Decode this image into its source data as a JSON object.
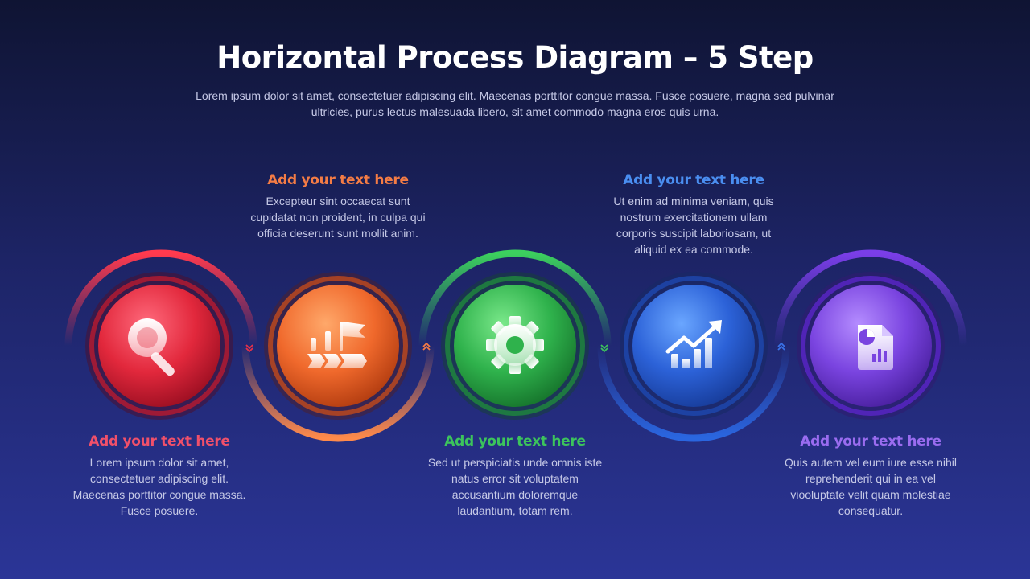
{
  "title": "Horizontal Process Diagram – 5 Step",
  "subtitle": "Lorem ipsum dolor sit amet, consectetuer adipiscing elit. Maecenas porttitor congue massa. Fusce posuere, magna sed pulvinar ultricies, purus lectus malesuada libero, sit amet commodo magna eros quis urna.",
  "steps": [
    {
      "heading": "Add your text here",
      "body": "Lorem ipsum dolor sit amet, consectetuer adipiscing elit. Maecenas porttitor congue massa. Fusce posuere.",
      "color": "#f0506a",
      "icon": "magnifier-icon"
    },
    {
      "heading": "Add your text here",
      "body": "Excepteur sint occaecat sunt cupidatat non proident, in culpa qui officia deserunt sunt mollit anim.",
      "color": "#f47c45",
      "icon": "milestone-flag-icon"
    },
    {
      "heading": "Add your text here",
      "body": "Sed ut perspiciatis unde omnis iste natus error sit voluptatem accusantium doloremque laudantium, totam rem.",
      "color": "#3cc45c",
      "icon": "gear-icon"
    },
    {
      "heading": "Add your text here",
      "body": "Ut enim ad minima veniam, quis nostrum exercitationem ullam corporis suscipit laboriosam, ut aliquid ex ea commode.",
      "color": "#4a8ef0",
      "icon": "growth-chart-icon"
    },
    {
      "heading": "Add your text here",
      "body": "Quis autem vel eum iure esse nihil reprehenderit qui in ea vel viooluptate velit quam molestiae consequatur.",
      "color": "#9a6cf0",
      "icon": "report-document-icon"
    }
  ]
}
